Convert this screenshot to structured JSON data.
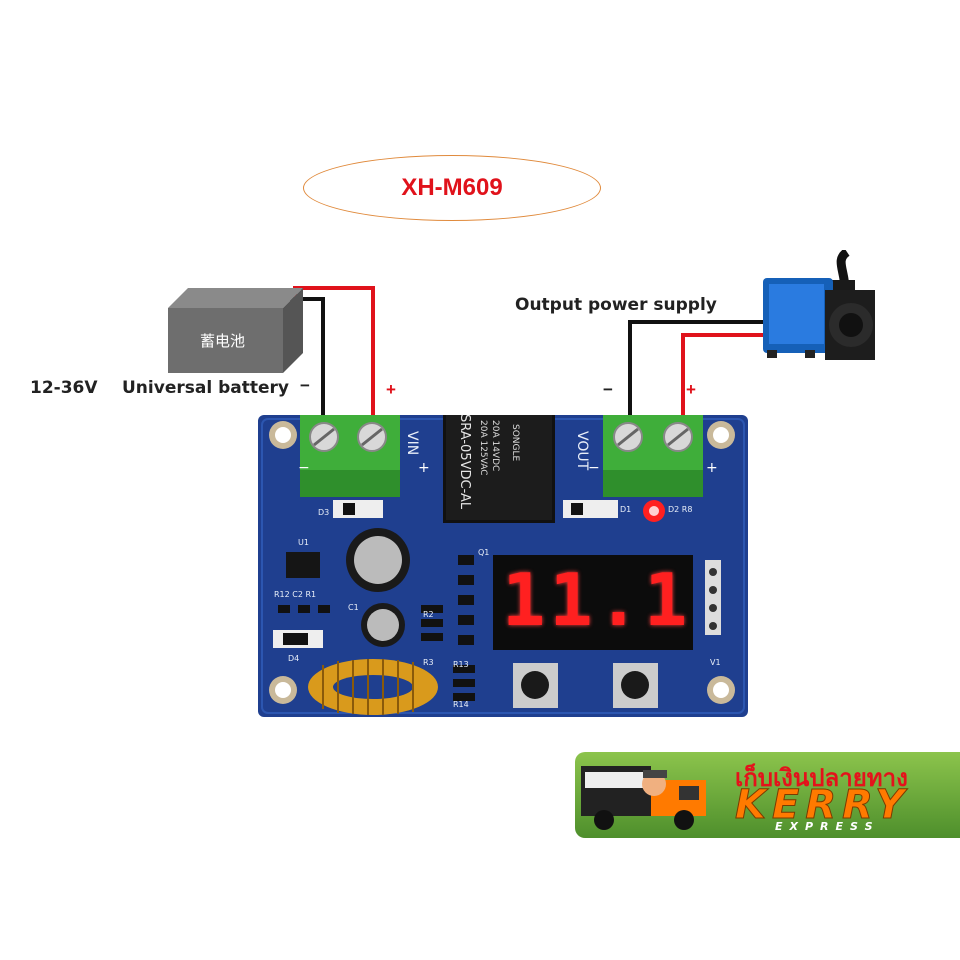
{
  "title": "XH-M609",
  "battery": {
    "label": "蓄电池",
    "voltage": "12-36V",
    "name": "Universal battery",
    "minus": "−",
    "plus": "+"
  },
  "output": {
    "label": "Output power supply",
    "minus": "−",
    "plus": "+"
  },
  "board": {
    "relay_text": [
      "20A 14VDC",
      "20A 125VAC",
      "SRA-05VDC-AL"
    ],
    "relay_brand": "SONGLE",
    "vin_label": "VIN",
    "vout_label": "VOUT",
    "display_digits": "11.1",
    "components": [
      "D3",
      "U1",
      "R12",
      "C2",
      "R1",
      "C1",
      "D4",
      "R2",
      "R3",
      "R13",
      "R14",
      "Q1",
      "D1",
      "D2",
      "R8",
      "V1"
    ]
  },
  "badge": {
    "thai_text": "เก็บเงินปลายทาง",
    "brand": "KERRY",
    "sub": "EXPRESS"
  },
  "colors": {
    "title_red": "#e0121b",
    "oval_orange": "#e08a3c",
    "pcb_blue": "#1f3f8f",
    "terminal_green": "#3fae3a",
    "led_red": "#ff2020",
    "wire_red": "#e0121b",
    "wire_black": "#111111",
    "badge_green": "#63a83a",
    "kerry_orange": "#ff7a00"
  }
}
